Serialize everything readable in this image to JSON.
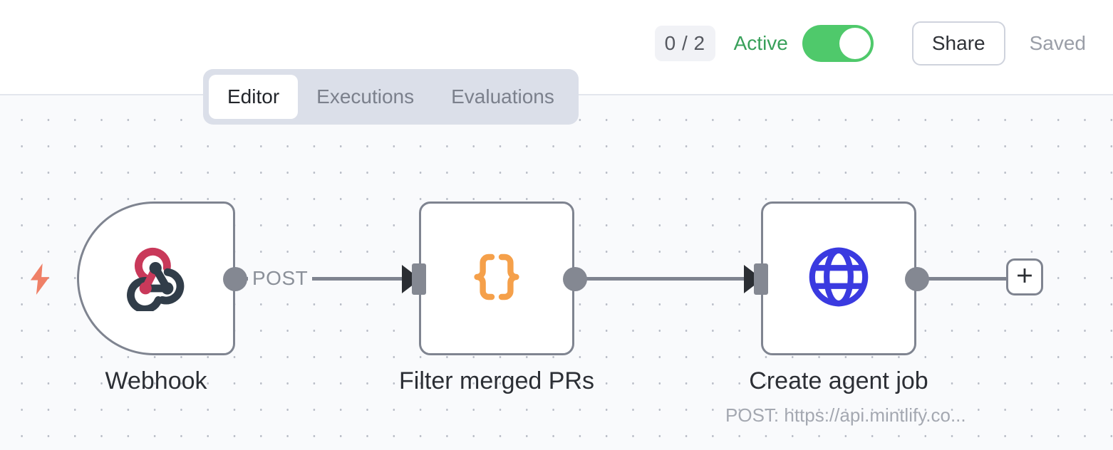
{
  "header": {
    "run_count_badge": "0 / 2",
    "active_label": "Active",
    "active_toggle_state": "on",
    "share_label": "Share",
    "saved_label": "Saved",
    "active_color": "#38a05a",
    "toggle_on_color": "#4fc96b"
  },
  "tabs": {
    "items": [
      {
        "label": "Editor",
        "active": true
      },
      {
        "label": "Executions",
        "active": false
      },
      {
        "label": "Evaluations",
        "active": false
      }
    ]
  },
  "canvas": {
    "background_color": "#f9fafc",
    "dot_color": "#b9bdc7",
    "trigger_icon": "lightning-bolt-icon",
    "trigger_icon_color": "#ef8067",
    "add_button_label": "+",
    "nodes": [
      {
        "id": "webhook",
        "label": "Webhook",
        "sublabel": "",
        "icon": "webhook-icon",
        "icon_colors": [
          "#c9395a",
          "#313d49"
        ],
        "shape": "trigger-rounded-left"
      },
      {
        "id": "filter",
        "label": "Filter merged PRs",
        "sublabel": "",
        "icon": "curly-braces-icon",
        "icon_colors": [
          "#f5a04a"
        ],
        "shape": "rounded-square"
      },
      {
        "id": "http",
        "label": "Create agent job",
        "sublabel": "POST: https://api.mintlify.co...",
        "icon": "globe-icon",
        "icon_colors": [
          "#3a3ae0"
        ],
        "shape": "rounded-square"
      }
    ],
    "edges": [
      {
        "from": "webhook",
        "to": "filter",
        "label": "POST"
      },
      {
        "from": "filter",
        "to": "http",
        "label": ""
      },
      {
        "from": "http",
        "to": "add-button",
        "label": ""
      }
    ]
  }
}
